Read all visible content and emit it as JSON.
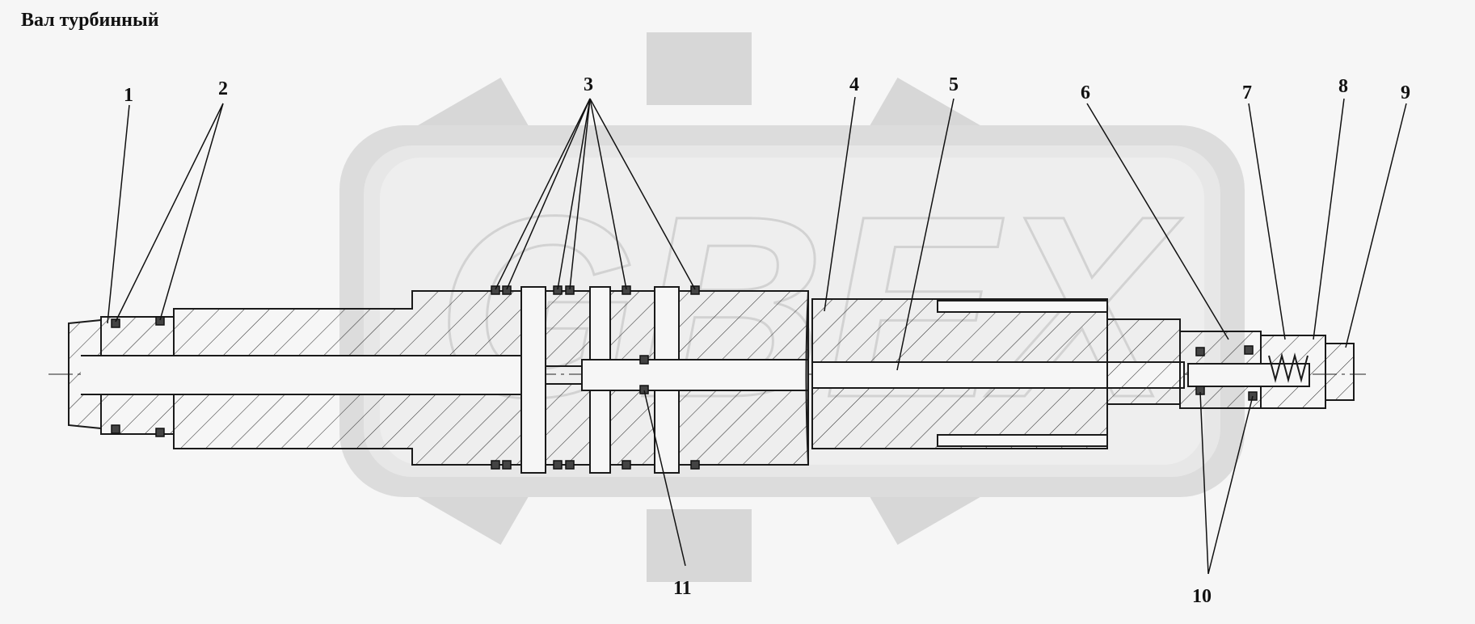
{
  "title": "Вал турбинный",
  "watermark": {
    "text": "GBEX",
    "color": "#d4d4d4"
  },
  "callouts": [
    {
      "id": "1",
      "label": "1"
    },
    {
      "id": "2",
      "label": "2"
    },
    {
      "id": "3",
      "label": "3"
    },
    {
      "id": "4",
      "label": "4"
    },
    {
      "id": "5",
      "label": "5"
    },
    {
      "id": "6",
      "label": "6"
    },
    {
      "id": "7",
      "label": "7"
    },
    {
      "id": "8",
      "label": "8"
    },
    {
      "id": "9",
      "label": "9"
    },
    {
      "id": "10",
      "label": "10"
    },
    {
      "id": "11",
      "label": "11"
    }
  ],
  "colors": {
    "line": "#1a1a1a",
    "hatch": "#333333",
    "background": "#f6f6f6"
  }
}
